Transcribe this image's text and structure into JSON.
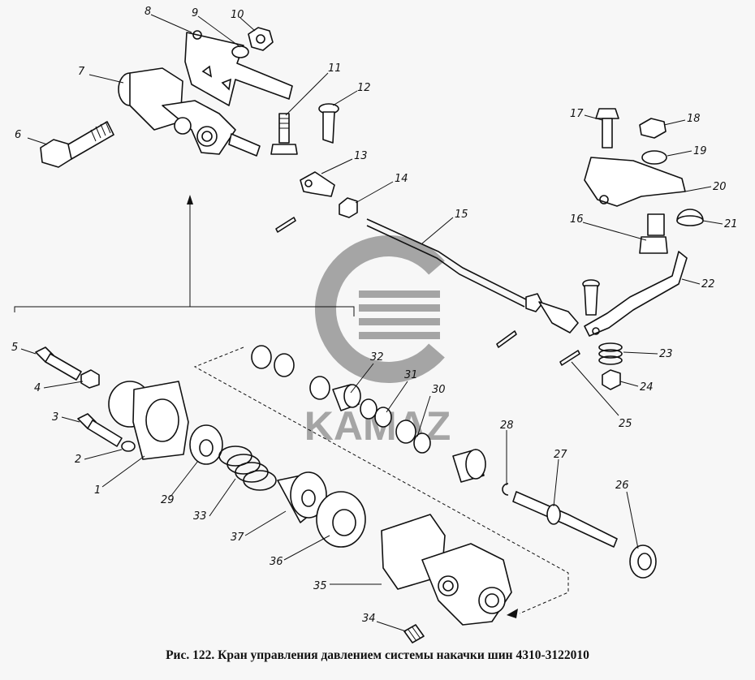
{
  "caption": "Рис. 122. Кран управления давлением системы накачки шин 4310-3122010",
  "watermark": {
    "brand": "KAMAZ",
    "color": "#8a8a8a"
  },
  "callouts": [
    "1",
    "2",
    "3",
    "4",
    "5",
    "6",
    "7",
    "8",
    "9",
    "10",
    "11",
    "12",
    "13",
    "14",
    "15",
    "16",
    "17",
    "18",
    "19",
    "20",
    "21",
    "22",
    "23",
    "24",
    "25",
    "26",
    "27",
    "28",
    "29",
    "30",
    "31",
    "32",
    "33",
    "34",
    "35",
    "36",
    "37"
  ]
}
